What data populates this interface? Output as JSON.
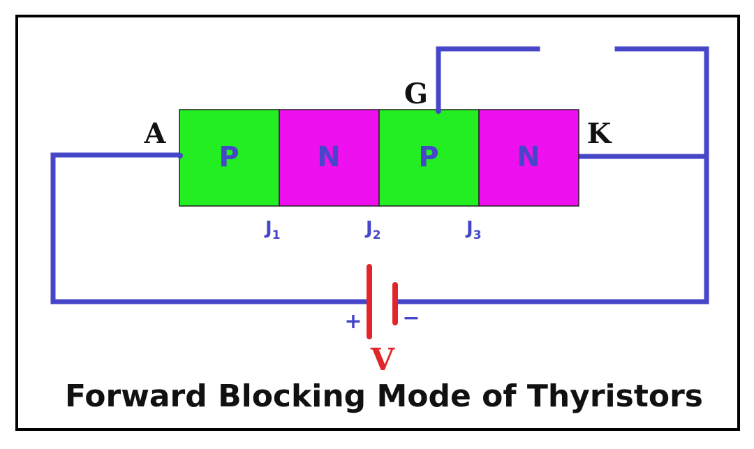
{
  "title": "Forward Blocking Mode of Thyristors",
  "terminals": {
    "anode": "A",
    "cathode": "K",
    "gate": "G"
  },
  "layers": [
    {
      "label": "P",
      "color": "#22ee22"
    },
    {
      "label": "N",
      "color": "#ee10ee"
    },
    {
      "label": "P",
      "color": "#22ee22"
    },
    {
      "label": "N",
      "color": "#ee10ee"
    }
  ],
  "junctions": [
    {
      "letter": "J",
      "index": "1"
    },
    {
      "letter": "J",
      "index": "2"
    },
    {
      "letter": "J",
      "index": "3"
    }
  ],
  "battery": {
    "label": "V",
    "plus": "+",
    "minus": "−"
  },
  "colors": {
    "wire": "#4646c8",
    "layer_text": "#4646c8",
    "junction_text": "#4646c8",
    "battery": "#e0262b",
    "frame": "#000000",
    "terminal_text": "#111111"
  }
}
